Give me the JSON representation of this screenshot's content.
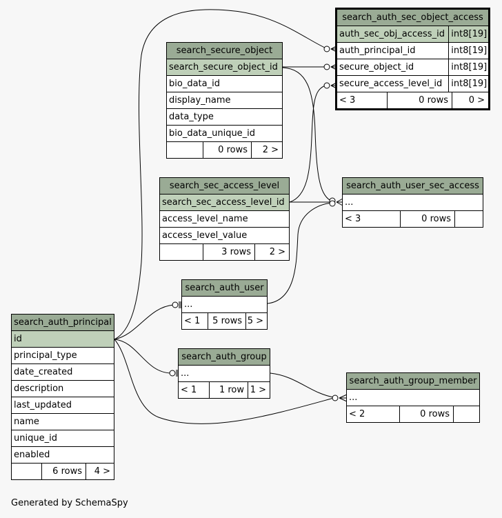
{
  "tables": {
    "search_auth_sec_object_access": {
      "name": "search_auth_sec_object_access",
      "columns": [
        {
          "name": "auth_sec_obj_access_id",
          "type": "int8[19]"
        },
        {
          "name": "auth_principal_id",
          "type": "int8[19]"
        },
        {
          "name": "secure_object_id",
          "type": "int8[19]"
        },
        {
          "name": "secure_access_level_id",
          "type": "int8[19]"
        }
      ],
      "footer": {
        "left": "< 3",
        "rows": "0 rows",
        "right": "0 >"
      }
    },
    "search_secure_object": {
      "name": "search_secure_object",
      "columns": [
        "search_secure_object_id",
        "bio_data_id",
        "display_name",
        "data_type",
        "bio_data_unique_id"
      ],
      "footer": {
        "left": "",
        "rows": "0 rows",
        "right": "2 >"
      }
    },
    "search_sec_access_level": {
      "name": "search_sec_access_level",
      "columns": [
        "search_sec_access_level_id",
        "access_level_name",
        "access_level_value"
      ],
      "footer": {
        "left": "",
        "rows": "3 rows",
        "right": "2 >"
      }
    },
    "search_auth_user_sec_access": {
      "name": "search_auth_user_sec_access",
      "columns": [
        "..."
      ],
      "footer": {
        "left": "< 3",
        "rows": "0 rows",
        "right": ""
      }
    },
    "search_auth_user": {
      "name": "search_auth_user",
      "columns": [
        "..."
      ],
      "footer": {
        "left": "< 1",
        "rows": "5 rows",
        "right": "5 >"
      }
    },
    "search_auth_principal": {
      "name": "search_auth_principal",
      "columns": [
        "id",
        "principal_type",
        "date_created",
        "description",
        "last_updated",
        "name",
        "unique_id",
        "enabled"
      ],
      "footer": {
        "left": "",
        "rows": "6 rows",
        "right": "4 >"
      }
    },
    "search_auth_group": {
      "name": "search_auth_group",
      "columns": [
        "..."
      ],
      "footer": {
        "left": "< 1",
        "rows": "1 row",
        "right": "1 >"
      }
    },
    "search_auth_group_member": {
      "name": "search_auth_group_member",
      "columns": [
        "..."
      ],
      "footer": {
        "left": "< 2",
        "rows": "0 rows",
        "right": ""
      }
    }
  },
  "colors": {
    "header": "#9aab95",
    "primary_key_row": "#bfd0b9",
    "background": "#f7f7f7"
  },
  "footer_note": "Generated by SchemaSpy"
}
